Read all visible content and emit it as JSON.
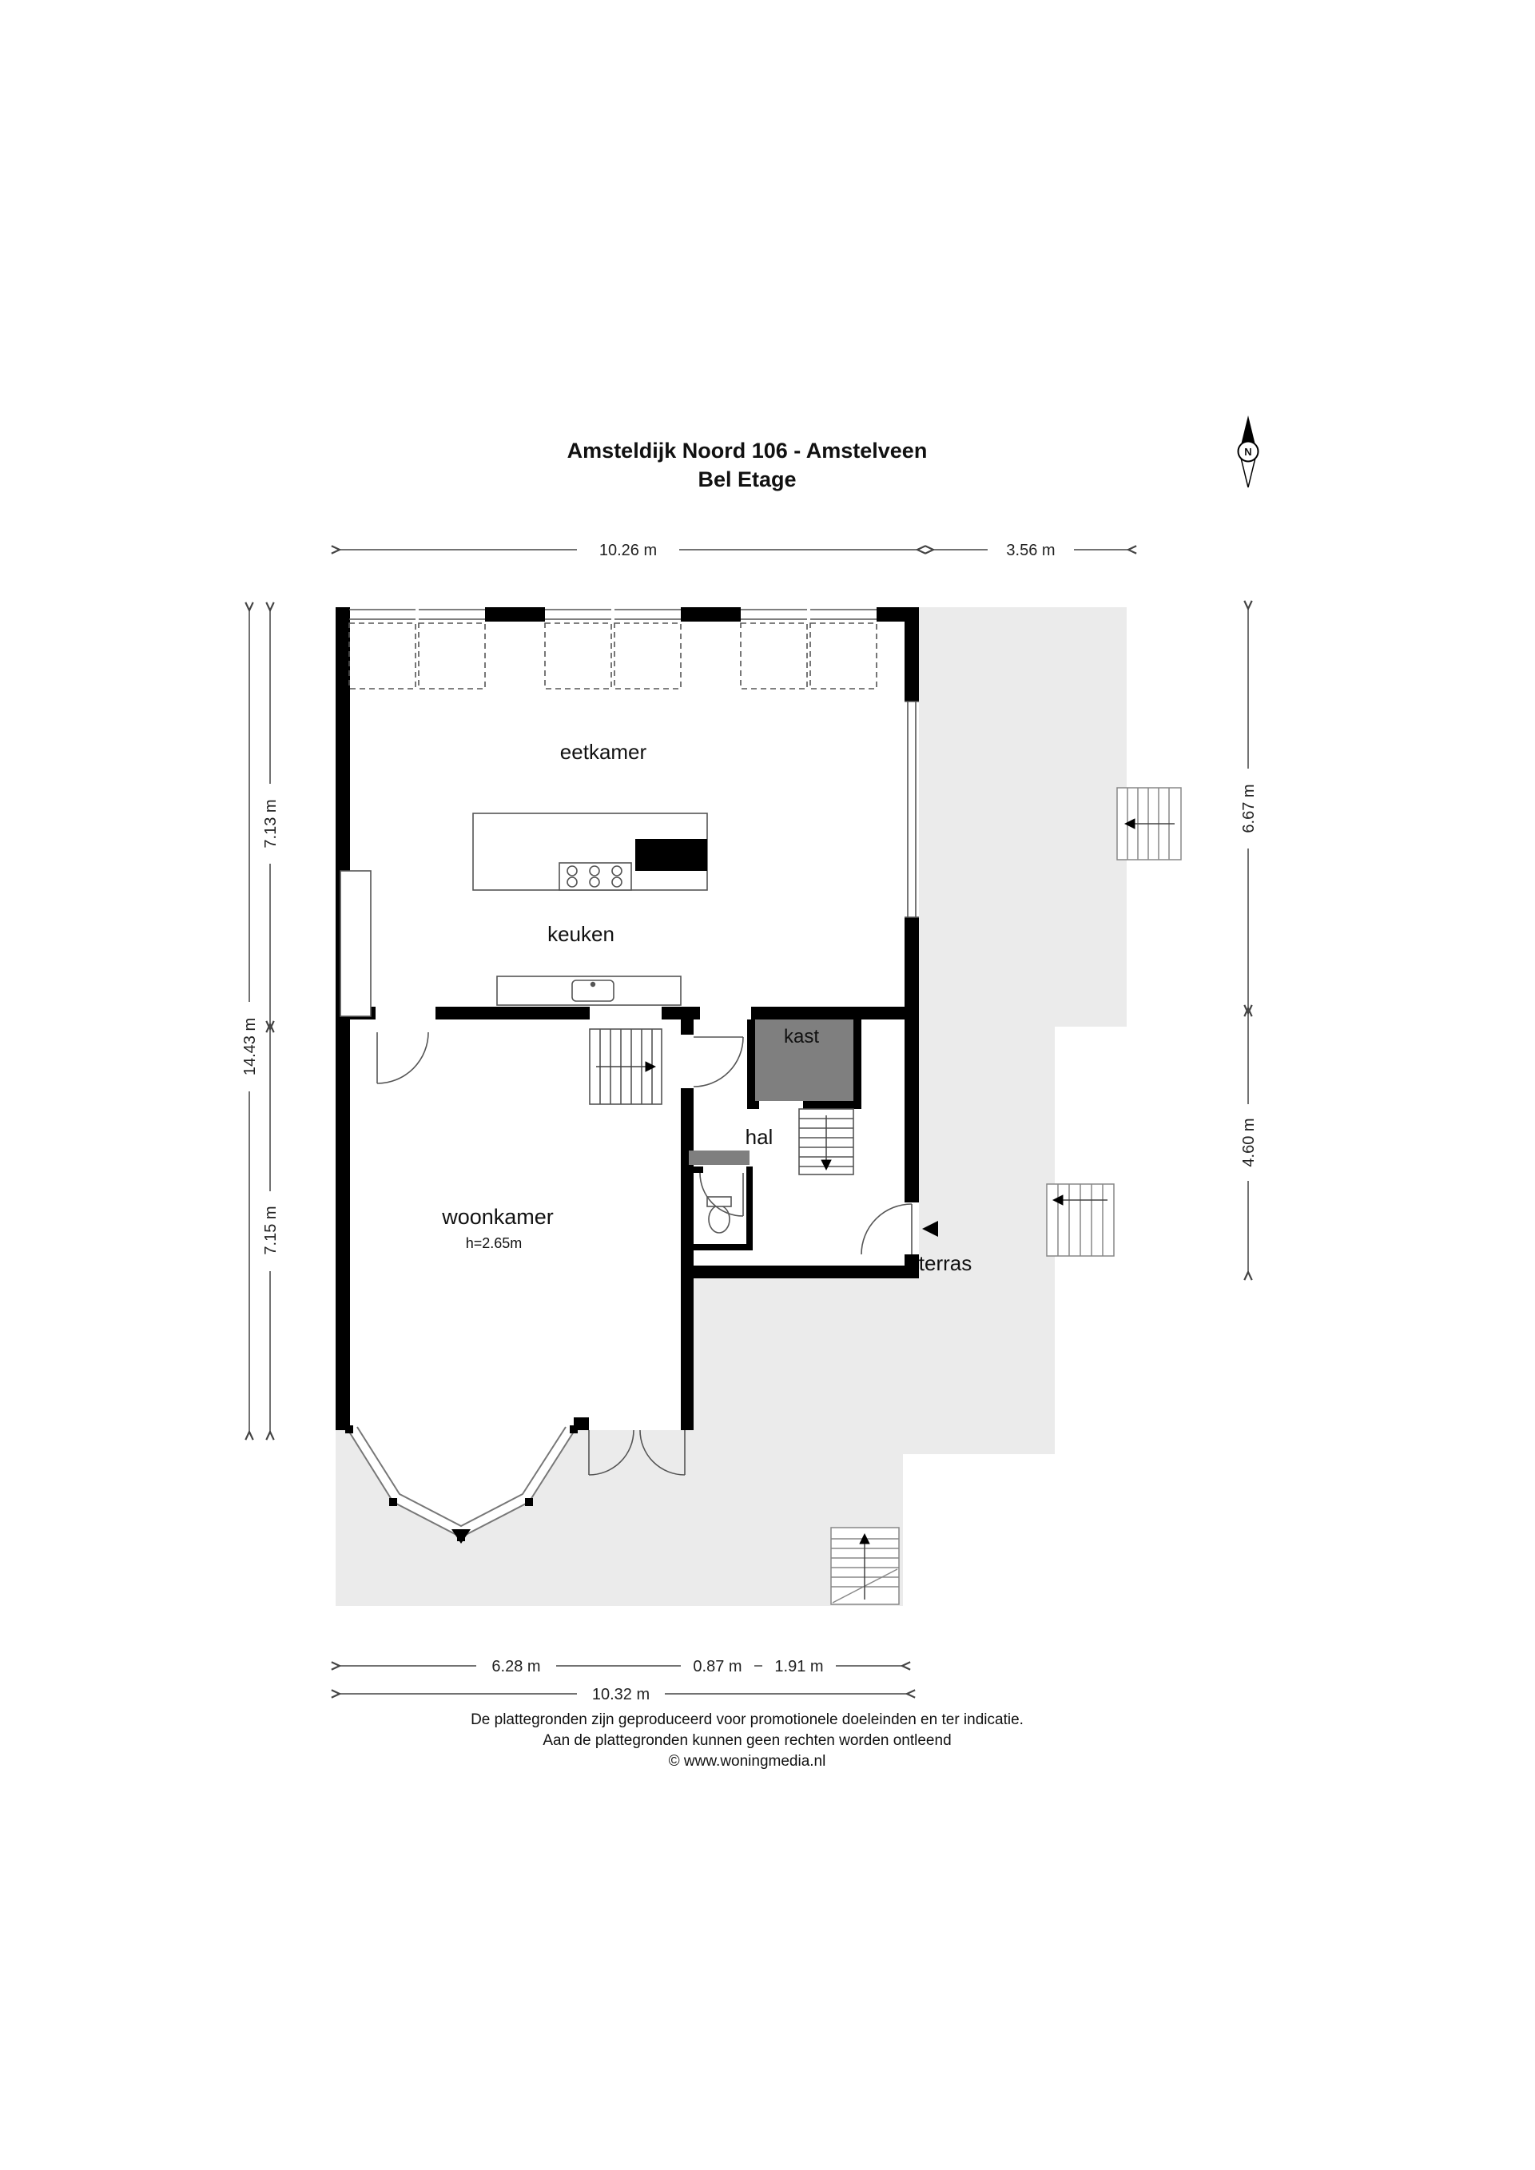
{
  "title": {
    "line1": "Amsteldijk Noord 106 - Amstelveen",
    "line2": "Bel Etage"
  },
  "compass": {
    "north_label": "N"
  },
  "rooms": {
    "eetkamer": "eetkamer",
    "keuken": "keuken",
    "kast": "kast",
    "hal": "hal",
    "woonkamer": "woonkamer",
    "woonkamer_ceiling_height": "h=2.65m",
    "terras": "terras"
  },
  "dimensions": {
    "top_width_main": "10.26 m",
    "top_width_side": "3.56 m",
    "left_height_upper": "7.13 m",
    "left_height_total": "14.43 m",
    "left_height_lower": "7.15 m",
    "right_height_upper": "6.67 m",
    "right_height_lower": "4.60 m",
    "bottom_width_1": "6.28 m",
    "bottom_width_2": "0.87 m",
    "bottom_width_3": "1.91 m",
    "bottom_width_total": "10.32 m"
  },
  "footer": {
    "line1": "De plattegronden zijn geproduceerd voor promotionele doeleinden en ter indicatie.",
    "line2": "Aan de plattegronden kunnen geen rechten worden ontleend",
    "line3": "© www.woningmedia.nl"
  },
  "colors": {
    "wall": "#000000",
    "terrace": "#ebebeb",
    "closet": "#7f7f7f",
    "background": "#ffffff"
  }
}
